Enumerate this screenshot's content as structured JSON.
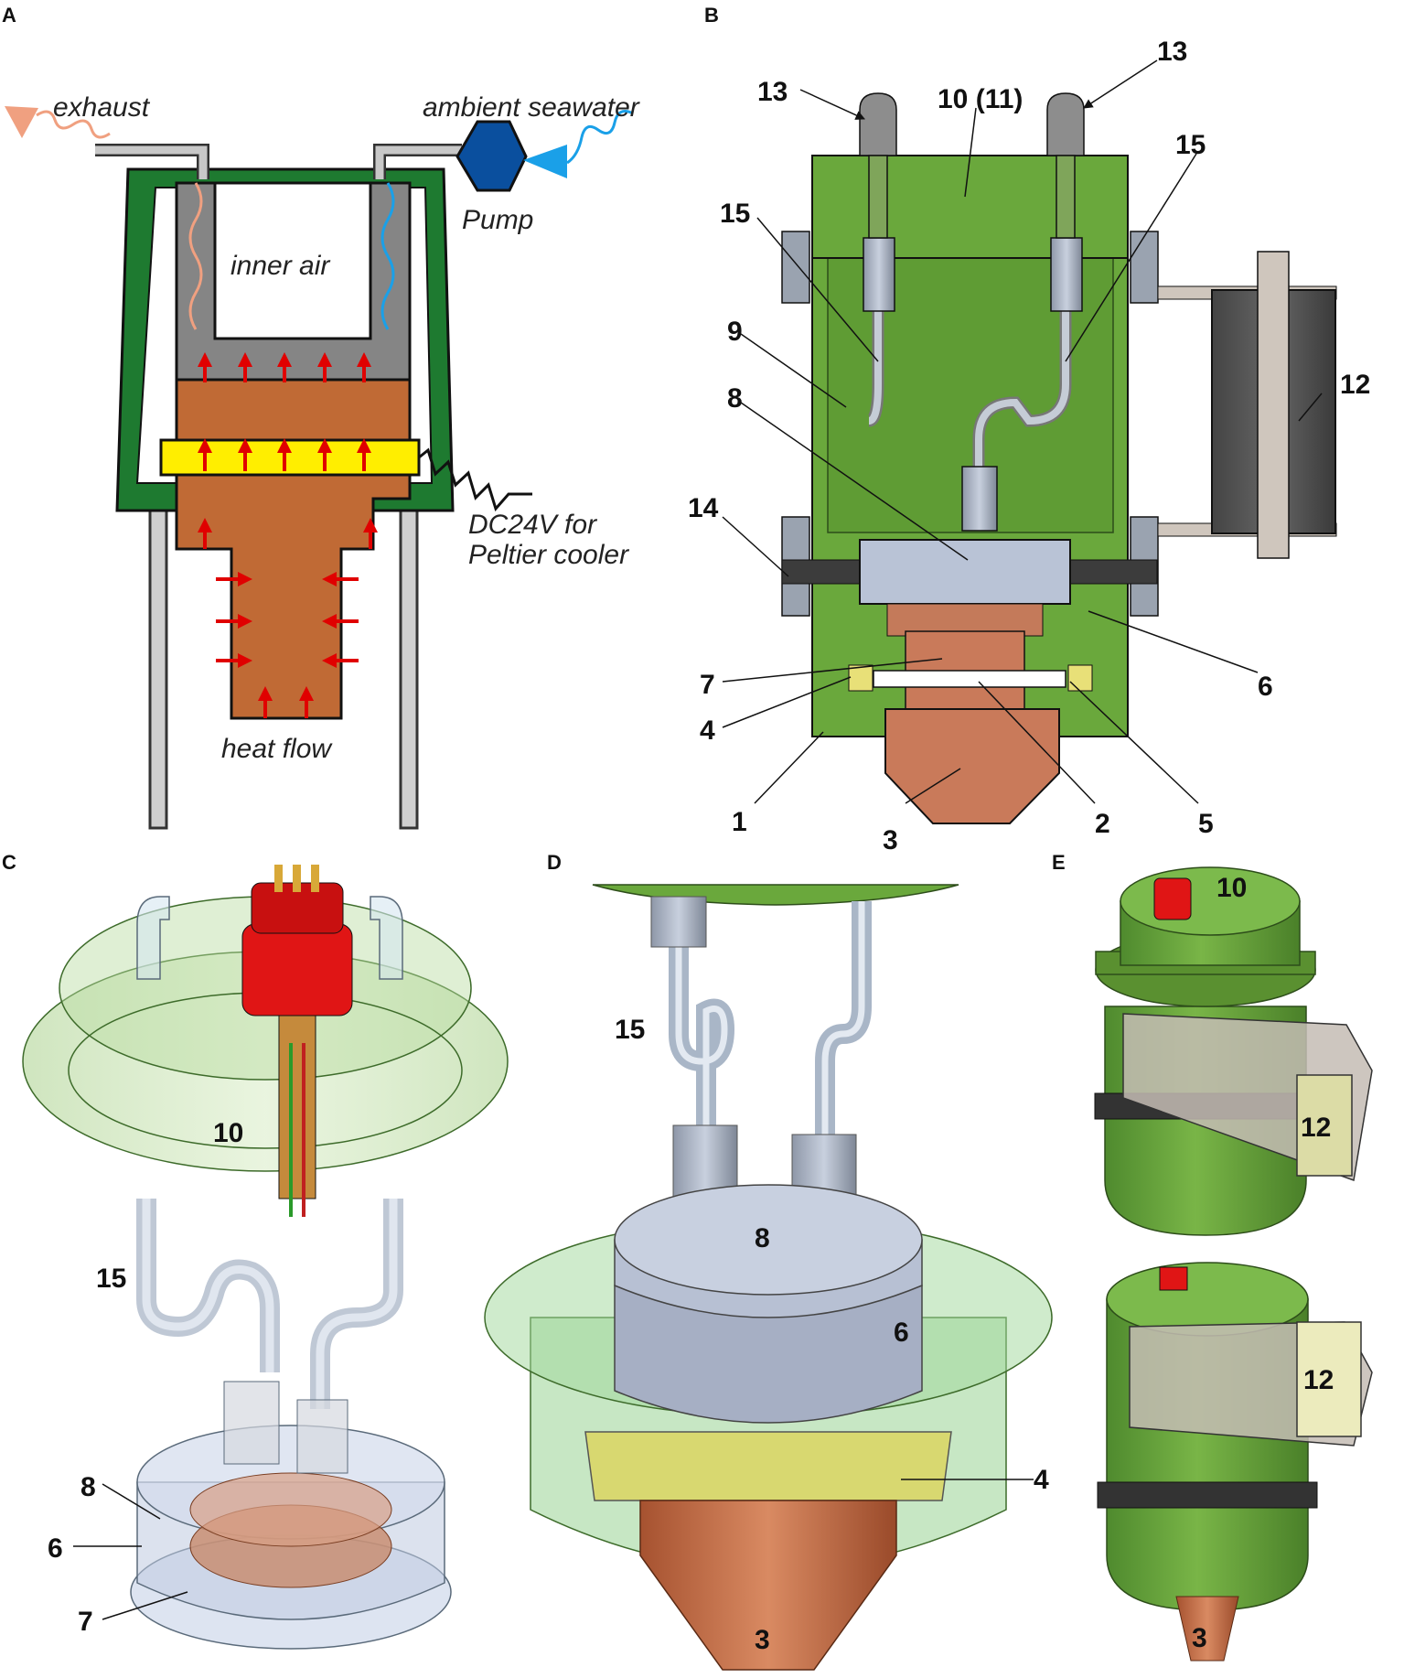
{
  "panels": {
    "a": "A",
    "b": "B",
    "c": "C",
    "d": "D",
    "e": "E"
  },
  "panel_a": {
    "exhaust": "exhaust",
    "ambient_seawater": "ambient seawater",
    "pump": "Pump",
    "inner_air": "inner air",
    "dc_line1": "DC24V for",
    "dc_line2": "Peltier cooler",
    "heat_flow": "heat flow"
  },
  "panel_b": {
    "n13_left": "13",
    "n13_right": "13",
    "n10_11": "10 (11)",
    "n15_left": "15",
    "n15_right": "15",
    "n9": "9",
    "n8": "8",
    "n12": "12",
    "n14": "14",
    "n6": "6",
    "n7": "7",
    "n4": "4",
    "n1": "1",
    "n3": "3",
    "n2": "2",
    "n5": "5"
  },
  "panel_c": {
    "n10": "10",
    "n15": "15",
    "n8": "8",
    "n6": "6",
    "n7": "7"
  },
  "panel_d": {
    "n15": "15",
    "n8": "8",
    "n6": "6",
    "n4": "4",
    "n3": "3"
  },
  "panel_e": {
    "n10": "10",
    "n12_top": "12",
    "n12_bottom": "12",
    "n3": "3"
  },
  "colors": {
    "housing_green": "#1e7a30",
    "body_green": "#6aa83c",
    "copper": "#c06a35",
    "peltier_yellow": "#ffee00",
    "heat_arrow": "#e00000",
    "pump_blue": "#0a4f9e",
    "seawater_blue": "#1aa0e8",
    "exhaust_orange": "#f0a080"
  }
}
